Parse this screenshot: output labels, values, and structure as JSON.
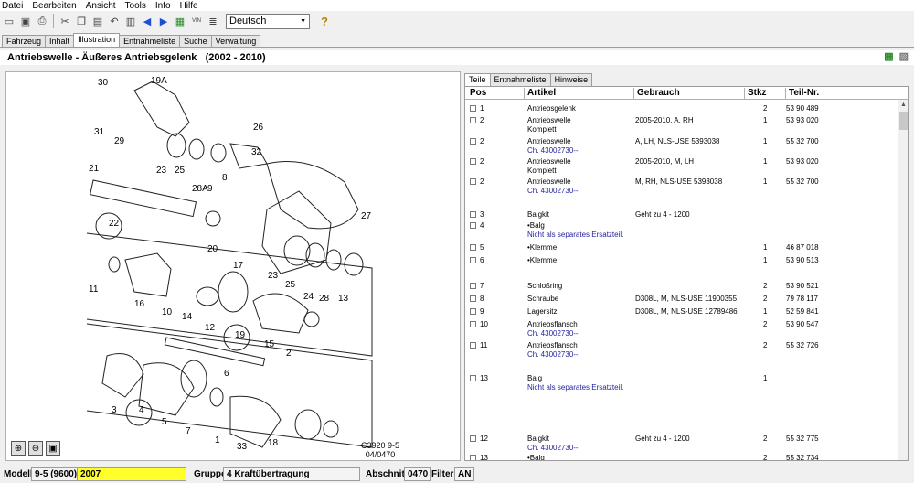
{
  "menu": [
    "Datei",
    "Bearbeiten",
    "Ansicht",
    "Tools",
    "Info",
    "Hilfe"
  ],
  "toolbar": {
    "language": "Deutsch",
    "vin_label": "VIN"
  },
  "main_tabs": [
    "Fahrzeug",
    "Inhalt",
    "Illustration",
    "Entnahmeliste",
    "Suche",
    "Verwaltung"
  ],
  "title": "Antriebswelle - Äußeres Antriebsgelenk   (2002 - 2010)",
  "right_tabs": [
    "Teile",
    "Entnahmeliste",
    "Hinweise"
  ],
  "table": {
    "headers": [
      "Pos",
      "Artikel",
      "Gebrauch",
      "Stkz",
      "Teil-Nr."
    ],
    "rows": [
      {
        "pos": "1",
        "art": "Antriebsgelenk",
        "art2": "",
        "geb": "",
        "stk": "2",
        "tnr": "53 90 489"
      },
      {
        "pos": "2",
        "art": "Antriebswelle",
        "art2": "Komplett",
        "geb": "2005-2010, A, RH",
        "stk": "1",
        "tnr": "53 93 020"
      },
      {
        "pos": "2",
        "art": "Antriebswelle",
        "art2": "Ch. 43002730--",
        "geb": "A, LH, NLS-USE 5393038",
        "stk": "1",
        "tnr": "55 32 700"
      },
      {
        "pos": "2",
        "art": "Antriebswelle",
        "art2": "Komplett",
        "geb": "2005-2010, M, LH",
        "stk": "1",
        "tnr": "53 93 020"
      },
      {
        "pos": "2",
        "art": "Antriebswelle",
        "art2": "Ch. 43002730--",
        "geb": "M, RH, NLS-USE 5393038",
        "stk": "1",
        "tnr": "55 32 700"
      },
      {
        "pos": "3",
        "art": "Balgkit",
        "art2": "",
        "geb": "Geht zu 4 - 1200",
        "stk": "",
        "tnr": ""
      },
      {
        "pos": "4",
        "art": "•Balg",
        "art2": "Nicht als separates Ersatzteil.",
        "geb": "",
        "stk": "",
        "tnr": ""
      },
      {
        "pos": "5",
        "art": "•Klemme",
        "art2": "",
        "geb": "",
        "stk": "1",
        "tnr": "46 87 018"
      },
      {
        "pos": "6",
        "art": "•Klemme",
        "art2": "",
        "geb": "",
        "stk": "1",
        "tnr": "53 90 513"
      },
      {
        "pos": "7",
        "art": "Schloßring",
        "art2": "",
        "geb": "",
        "stk": "2",
        "tnr": "53 90 521"
      },
      {
        "pos": "8",
        "art": "Schraube",
        "art2": "",
        "geb": "D308L, M, NLS-USE 11900355",
        "stk": "2",
        "tnr": "79 78 117"
      },
      {
        "pos": "9",
        "art": "Lagersitz",
        "art2": "",
        "geb": "D308L, M, NLS-USE 12789486",
        "stk": "1",
        "tnr": "52 59 841"
      },
      {
        "pos": "10",
        "art": "Antriebsflansch",
        "art2": "Ch. 43002730--",
        "geb": "",
        "stk": "2",
        "tnr": "53 90 547"
      },
      {
        "pos": "11",
        "art": "Antriebsflansch",
        "art2": "Ch. 43002730--",
        "geb": "",
        "stk": "2",
        "tnr": "55 32 726"
      },
      {
        "pos": "13",
        "art": "Balg",
        "art2": "Nicht als separates Ersatzteil.",
        "geb": "",
        "stk": "1",
        "tnr": ""
      },
      {
        "pos": "12",
        "art": "Balgkit",
        "art2": "Ch. 43002730--",
        "geb": "Geht zu 4 - 1200",
        "stk": "2",
        "tnr": "55 32 775"
      },
      {
        "pos": "13",
        "art": "•Balg",
        "art2": "",
        "geb": "",
        "stk": "2",
        "tnr": "55 32 734"
      }
    ]
  },
  "illustration": {
    "code_line1": "C3920 9-5",
    "code_line2": "04/0470",
    "callouts": [
      "30",
      "19A",
      "31",
      "29",
      "23",
      "25",
      "28A",
      "9",
      "8",
      "26",
      "32",
      "21",
      "22",
      "20",
      "27",
      "17",
      "11",
      "16",
      "10",
      "14",
      "12",
      "19",
      "23",
      "25",
      "24",
      "28",
      "13",
      "15",
      "2",
      "6",
      "3",
      "4",
      "5",
      "7",
      "1",
      "33",
      "18"
    ]
  },
  "status": {
    "modell_label": "Modell",
    "modell": "9-5 (9600)",
    "year": "2007",
    "gruppe_label": "Gruppe",
    "gruppe": "4 Kraftübertragung",
    "abschnitt_label": "Abschnitt",
    "abschnitt": "0470",
    "filter_label": "Filter",
    "filter": "AN"
  }
}
